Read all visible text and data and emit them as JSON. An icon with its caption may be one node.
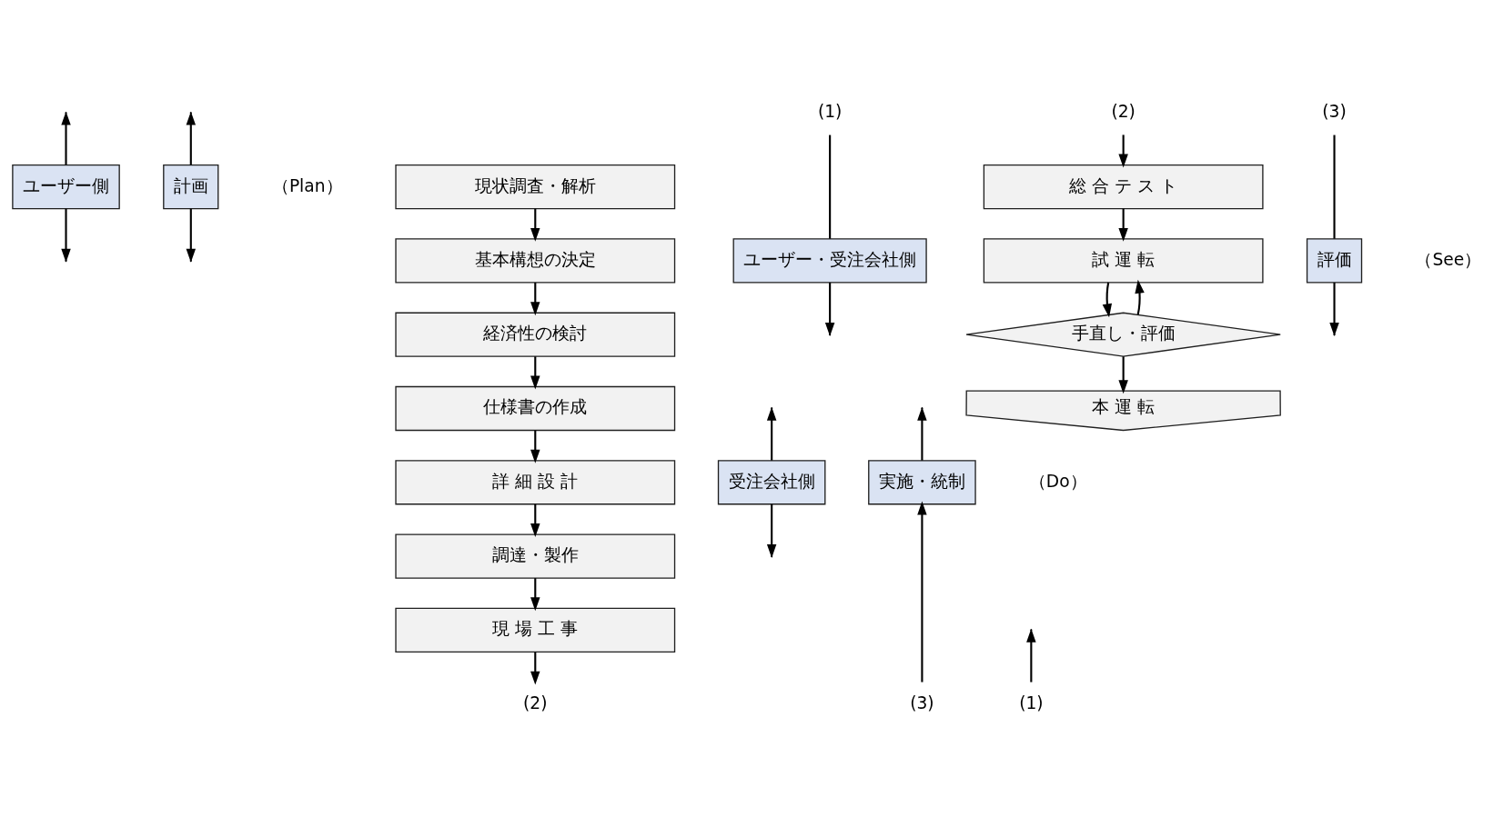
{
  "diagram": {
    "nodes": [
      {
        "text": [
          "ユーザー側"
        ]
      },
      {
        "text": [
          "計画"
        ],
        "beside": [
          "（Plan）"
        ]
      },
      {
        "text": [
          "現状調査・解析"
        ]
      },
      {
        "text": [
          "基本構想の決定"
        ]
      },
      {
        "text": [
          "経済性の検討"
        ]
      },
      {
        "text": [
          "仕様書の作成"
        ]
      },
      {
        "text": [
          "詳 細 設 計"
        ]
      },
      {
        "text": [
          "調達・製作"
        ]
      },
      {
        "text": [
          "現 場 工 事"
        ]
      },
      {
        "text": [
          "受注会社側"
        ]
      },
      {
        "text": [
          "実施・統制"
        ],
        "beside": [
          "（Do）"
        ]
      },
      {
        "text": [
          "(1)"
        ]
      },
      {
        "text": [
          "(2)"
        ]
      },
      {
        "text": [
          "(3)"
        ]
      },
      {
        "text": [
          "(1)"
        ]
      },
      {
        "text": [
          "(2)"
        ]
      },
      {
        "text": [
          "(3)"
        ]
      },
      {
        "text": [
          "ユーザー・受注会社側"
        ]
      },
      {
        "text": [
          "総 合 テ ス ト"
        ]
      },
      {
        "text": [
          "試 運 転"
        ]
      },
      {
        "text": [
          "評価"
        ],
        "beside": [
          "（See）"
        ]
      },
      {
        "text": [
          "手直し・評価"
        ]
      },
      {
        "text": [
          "本 運 転"
        ]
      }
    ],
    "edges": [
      {
        "from": 2,
        "to": 3,
        "arrow": "to"
      },
      {
        "from": 3,
        "to": 4,
        "arrow": "to"
      },
      {
        "from": 4,
        "to": 5,
        "arrow": "to"
      },
      {
        "from": 5,
        "to": 6,
        "arrow": "to"
      },
      {
        "from": 6,
        "to": 7,
        "arrow": "to"
      },
      {
        "from": 7,
        "to": 8,
        "arrow": "to"
      },
      {
        "from": 8,
        "to": 12,
        "arrow": "to"
      },
      {
        "from": 0,
        "to": null,
        "arrow": "to"
      },
      {
        "from": 0,
        "to": null,
        "arrow": "to"
      },
      {
        "from": 9,
        "to": null,
        "arrow": "to"
      },
      {
        "from": 9,
        "to": null,
        "arrow": "to"
      },
      {
        "from": 11,
        "to": null,
        "arrow": "to"
      },
      {
        "from": 1,
        "to": null,
        "arrow": "to"
      },
      {
        "from": 1,
        "to": null,
        "arrow": "to"
      },
      {
        "from": 10,
        "to": null,
        "arrow": "to"
      },
      {
        "from": 13,
        "to": 10,
        "arrow": "to"
      },
      {
        "from": 14,
        "to": 17,
        "arrow": "none"
      },
      {
        "from": 17,
        "to": null,
        "arrow": "to"
      },
      {
        "from": 15,
        "to": 18,
        "arrow": "to"
      },
      {
        "from": 18,
        "to": 19,
        "arrow": "to"
      },
      {
        "from": 19,
        "to": 21,
        "arrow": "to"
      },
      {
        "from": 21,
        "to": 19,
        "arrow": "to"
      },
      {
        "from": 21,
        "to": 22,
        "arrow": "to"
      },
      {
        "from": 16,
        "to": 20,
        "arrow": "none"
      },
      {
        "from": 20,
        "to": null,
        "arrow": "to"
      }
    ]
  }
}
